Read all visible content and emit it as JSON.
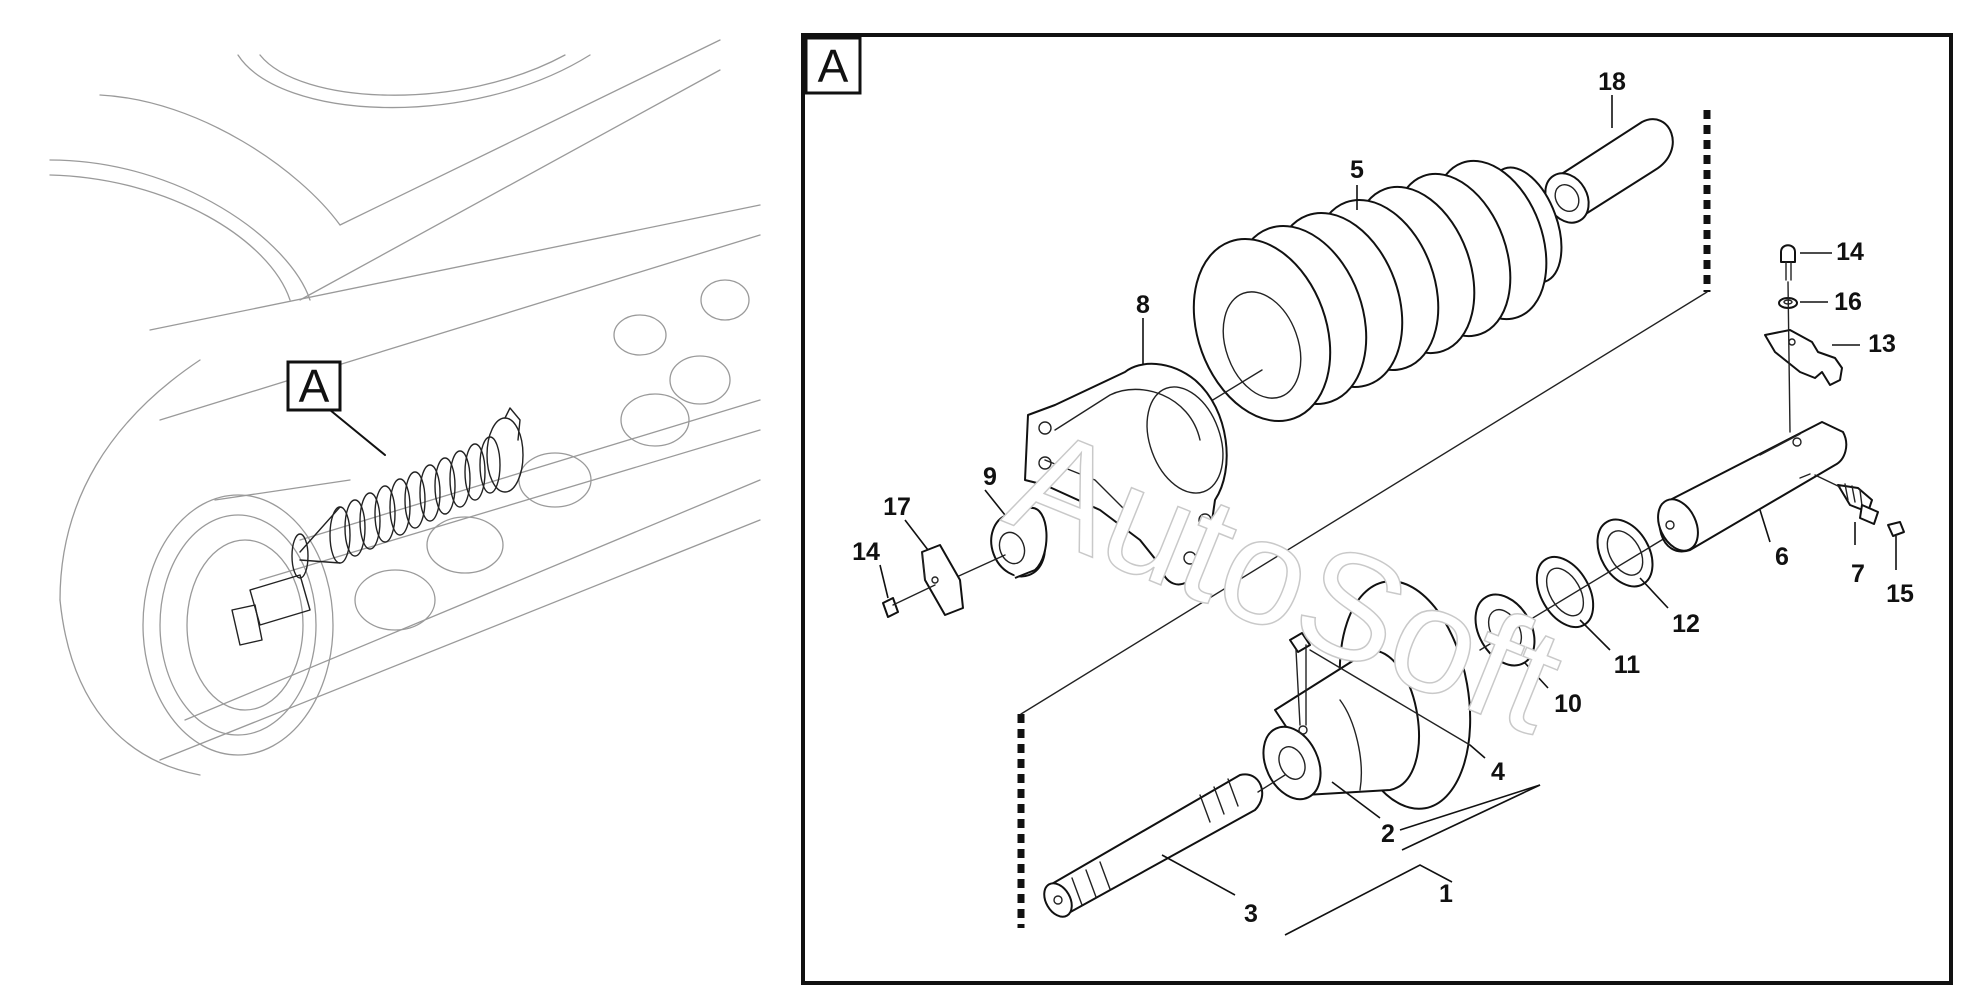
{
  "section_label": "A",
  "overview_label": "A",
  "watermark": "AutoSoft",
  "part_numbers": {
    "p1": "1",
    "p2": "2",
    "p3": "3",
    "p4": "4",
    "p5": "5",
    "p6": "6",
    "p7": "7",
    "p8": "8",
    "p9": "9",
    "p10": "10",
    "p11": "11",
    "p12": "12",
    "p13": "13",
    "p14a": "14",
    "p14b": "14",
    "p15": "15",
    "p16": "16",
    "p17": "17",
    "p18": "18"
  }
}
